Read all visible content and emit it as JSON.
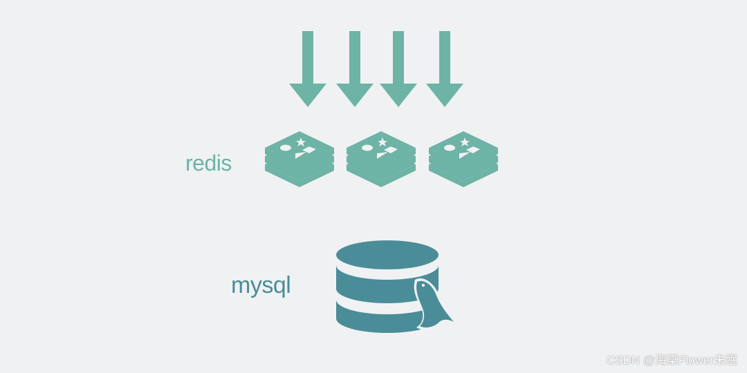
{
  "labels": {
    "redis": "redis",
    "mysql": "mysql"
  },
  "watermark": "CSDN @海棠Flower未眠",
  "icons": {
    "arrow": "down-arrow-icon",
    "cache": "redis-cube-icon",
    "database": "mysql-database-icon"
  },
  "counts": {
    "arrows": 4,
    "redis_nodes": 3
  },
  "colors": {
    "background": "#f0f1f3",
    "arrow": "#6db3a6",
    "redis": "#6db3a6",
    "mysql": "#4a8d98"
  }
}
